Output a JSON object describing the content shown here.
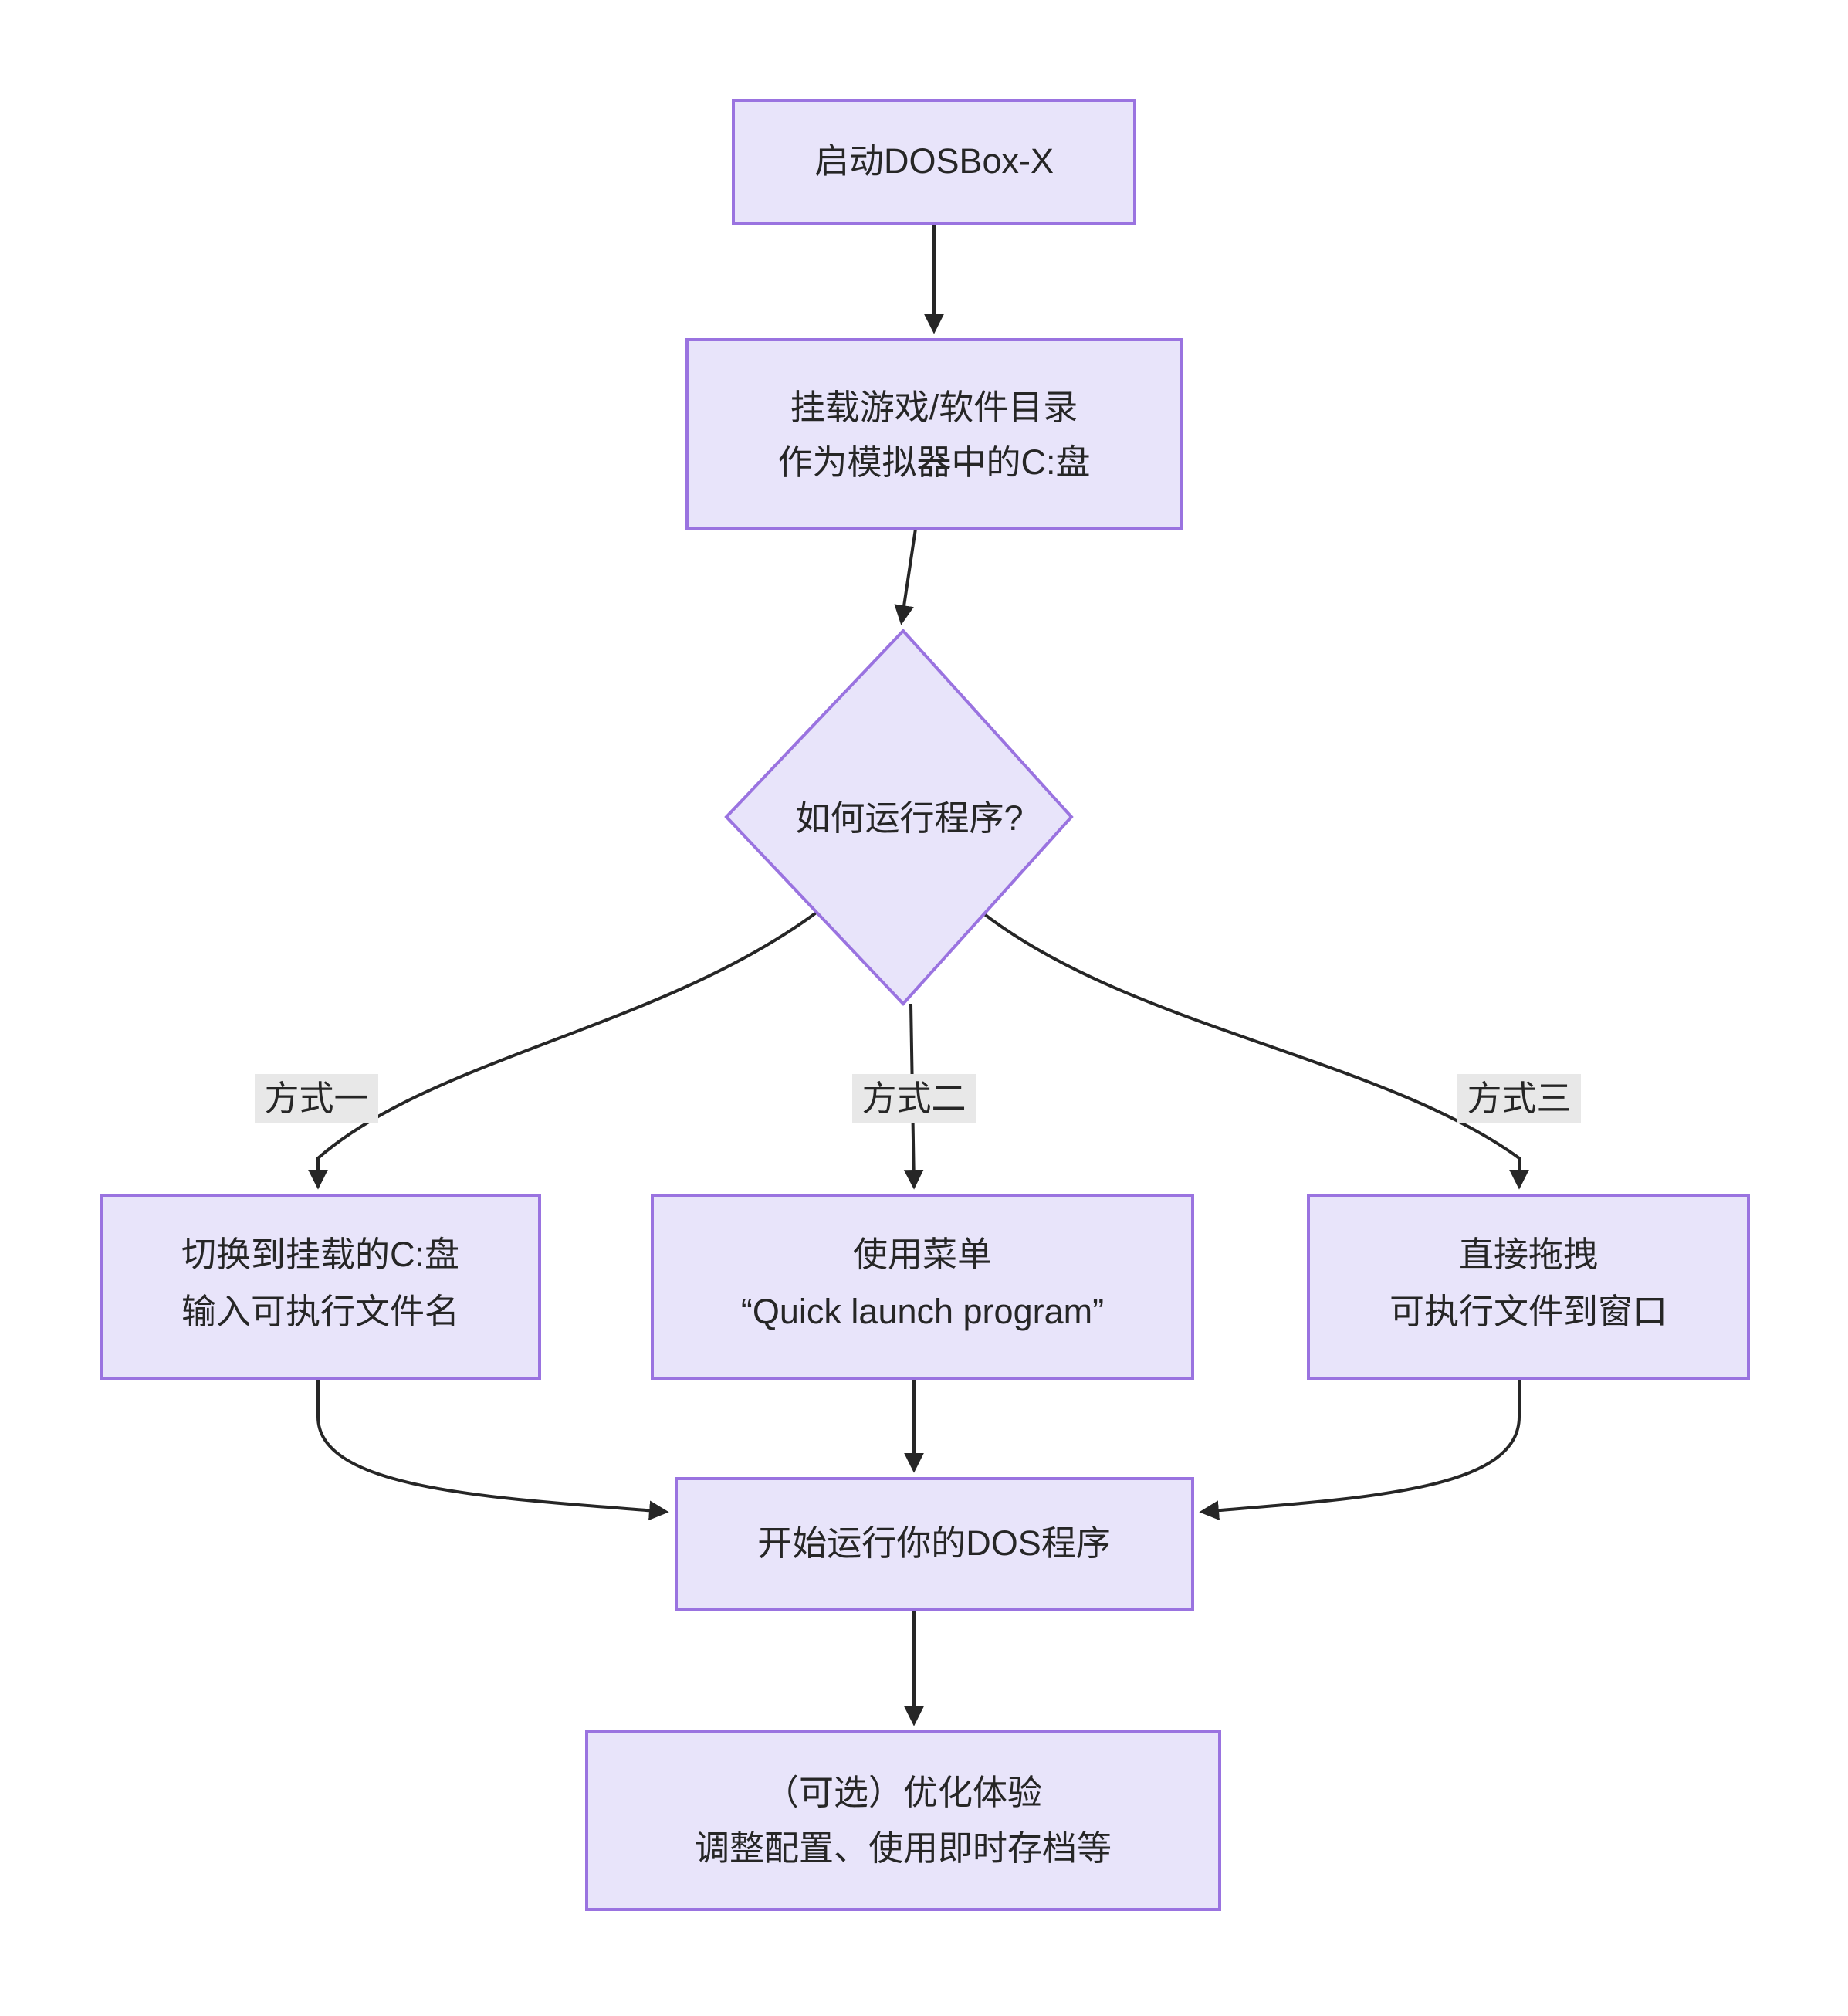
{
  "diagram": {
    "type": "flowchart",
    "direction": "top-to-bottom",
    "theme": {
      "node_fill": "#e8e4fa",
      "node_stroke": "#9a73e0",
      "edge_stroke": "#262626",
      "text_color": "#262626",
      "edge_label_bg": "#e8e8e8",
      "canvas_bg": "#ffffff"
    },
    "nodes": {
      "start": {
        "shape": "rectangle",
        "lines": [
          "启动DOSBox-X"
        ]
      },
      "mount": {
        "shape": "rectangle",
        "lines": [
          "挂载游戏/软件目录",
          "作为模拟器中的C:盘"
        ]
      },
      "decision": {
        "shape": "diamond",
        "lines": [
          "如何运行程序?"
        ]
      },
      "method_one": {
        "shape": "rectangle",
        "lines": [
          "切换到挂载的C:盘",
          "输入可执行文件名"
        ]
      },
      "method_two": {
        "shape": "rectangle",
        "lines": [
          "使用菜单",
          "“Quick launch program”"
        ]
      },
      "method_three": {
        "shape": "rectangle",
        "lines": [
          "直接拖拽",
          "可执行文件到窗口"
        ]
      },
      "run": {
        "shape": "rectangle",
        "lines": [
          "开始运行你的DOS程序"
        ]
      },
      "optimize": {
        "shape": "rectangle",
        "lines": [
          "（可选）优化体验",
          "调整配置、使用即时存档等"
        ]
      }
    },
    "edge_labels": {
      "branch_one": "方式一",
      "branch_two": "方式二",
      "branch_three": "方式三"
    }
  }
}
